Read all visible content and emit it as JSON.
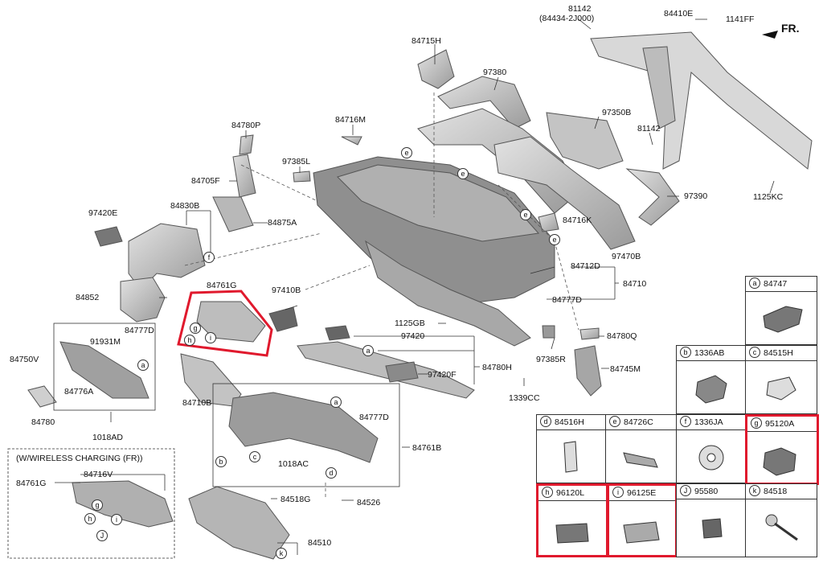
{
  "fr_label": "FR.",
  "wireless_label": "(W/WIRELESS CHARGING (FR))",
  "labels": {
    "p81142_top": "81142",
    "p84434": "(84434-2J000)",
    "p84410E": "84410E",
    "p1141FF": "1141FF",
    "p84715H": "84715H",
    "p97380": "97380",
    "p97350B": "97350B",
    "p81142_mid": "81142",
    "p84780P": "84780P",
    "p84716M": "84716M",
    "p97385L": "97385L",
    "p84705F": "84705F",
    "p97420E": "97420E",
    "p84830B": "84830B",
    "p84875A": "84875A",
    "p97390": "97390",
    "p1125KC": "1125KC",
    "p84716K": "84716K",
    "p97470B": "97470B",
    "p84712D": "84712D",
    "p84710": "84710",
    "p84777D_r": "84777D",
    "p84761G": "84761G",
    "p97410B": "97410B",
    "p84852": "84852",
    "p84777D_l": "84777D",
    "p91931M": "91931M",
    "p84750V": "84750V",
    "p84776A": "84776A",
    "p84780": "84780",
    "p1018AD": "1018AD",
    "p1125GB": "1125GB",
    "p97420": "97420",
    "p84780Q": "84780Q",
    "p97385R": "97385R",
    "p84745M": "84745M",
    "p84780H": "84780H",
    "p97420F": "97420F",
    "p1339CC": "1339CC",
    "p84710B": "84710B",
    "p84777D_b": "84777D",
    "p84761B": "84761B",
    "p1018AC": "1018AC",
    "p84526": "84526",
    "p84518G": "84518G",
    "p84510": "84510",
    "p84761G_w": "84761G",
    "p84716V": "84716V"
  },
  "callouts": [
    "a",
    "b",
    "c",
    "d",
    "e",
    "f",
    "g",
    "h",
    "i",
    "J",
    "k"
  ],
  "table": [
    {
      "letter": "a",
      "part": "84747",
      "highlight": false
    },
    {
      "letter": "b",
      "part": "1336AB",
      "highlight": false
    },
    {
      "letter": "c",
      "part": "84515H",
      "highlight": false
    },
    {
      "letter": "d",
      "part": "84516H",
      "highlight": false
    },
    {
      "letter": "e",
      "part": "84726C",
      "highlight": false
    },
    {
      "letter": "f",
      "part": "1336JA",
      "highlight": false
    },
    {
      "letter": "g",
      "part": "95120A",
      "highlight": true
    },
    {
      "letter": "h",
      "part": "96120L",
      "highlight": true
    },
    {
      "letter": "i",
      "part": "96125E",
      "highlight": true
    },
    {
      "letter": "J",
      "part": "95580",
      "highlight": false
    },
    {
      "letter": "k",
      "part": "84518",
      "highlight": false
    }
  ],
  "colors": {
    "highlight": "#e0192d",
    "part_fill": "#c9c9c9",
    "part_stroke": "#555555"
  }
}
